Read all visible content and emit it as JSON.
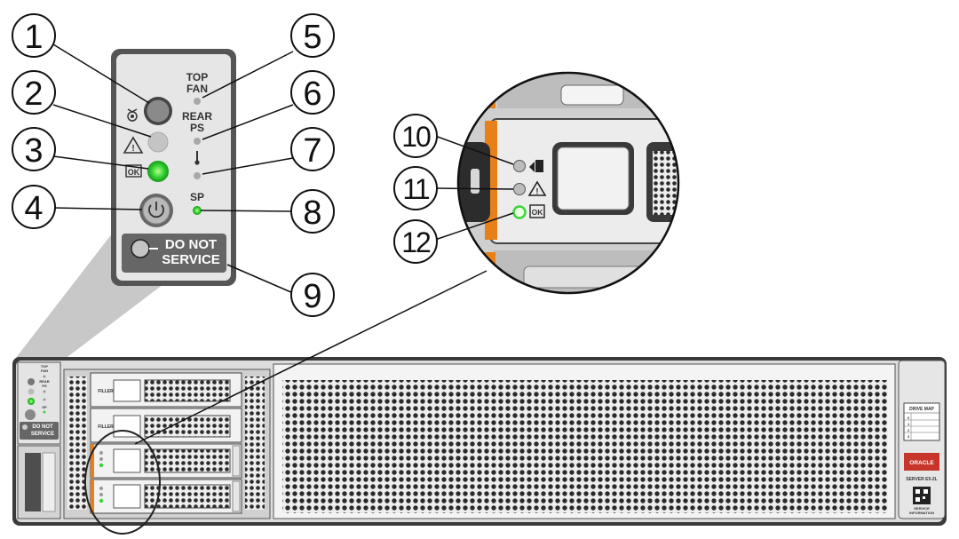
{
  "callouts": [
    "1",
    "2",
    "3",
    "4",
    "5",
    "6",
    "7",
    "8",
    "9",
    "10",
    "11",
    "12"
  ],
  "panel": {
    "top_fan": [
      "TOP",
      "FAN"
    ],
    "rear_ps": [
      "REAR",
      "PS"
    ],
    "sp": "SP",
    "do_not_service": [
      "DO NOT",
      "SERVICE"
    ],
    "ok_glyph": "OK"
  },
  "drive": {
    "ok_glyph": "OK",
    "label": "FILLER"
  },
  "right_ear": {
    "drive_map": "DRIVE MAP",
    "drive_map_rows": [
      "0",
      "1",
      "2",
      "3"
    ],
    "brand": "ORACLE",
    "model": "SERVER E5-2L",
    "service_info": [
      "SERVICE",
      "INFORMATION"
    ]
  },
  "mini_panel": {
    "top_fan": [
      "TOP",
      "FAN"
    ],
    "rear_ps": [
      "REAR",
      "PS"
    ],
    "sp": "SP",
    "do_not_service": [
      "DO NOT",
      "SERVICE"
    ]
  },
  "colors": {
    "led_green": "#3bd43b",
    "led_gray": "#a8a8a8",
    "orange": "#e8801a",
    "oracle_red": "#c7362b",
    "panel_bg": "#e6e6e6"
  }
}
